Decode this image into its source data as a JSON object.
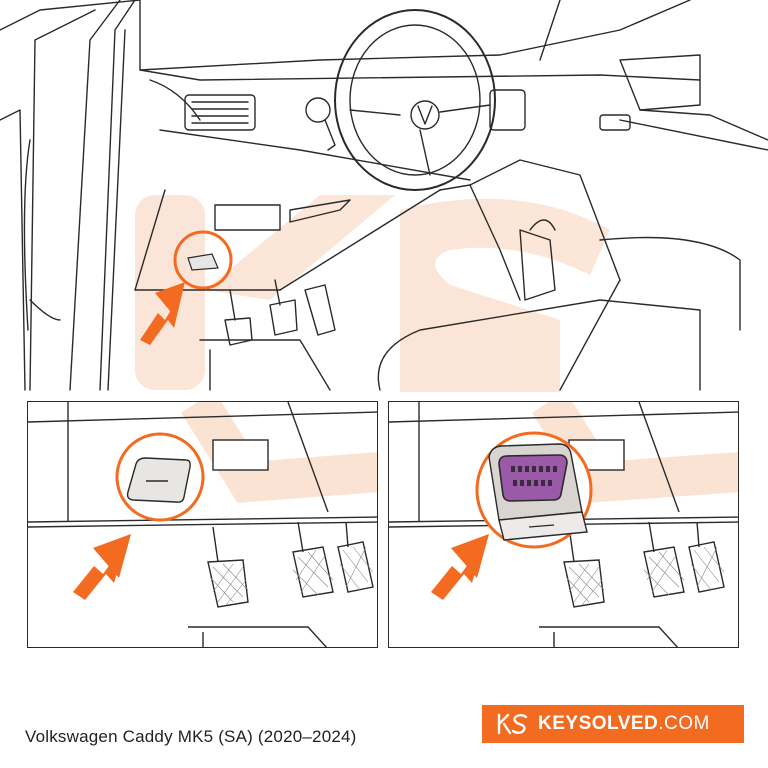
{
  "caption": {
    "vehicle": "Volkswagen Caddy MK5 (SA) (2020–2024)"
  },
  "brand": {
    "name": "KEYSOLVED",
    "tld": ".COM",
    "logo_text": "KS",
    "color": "#f26b21"
  },
  "colors": {
    "accent": "#f26b21",
    "watermark": "#f8d8c4",
    "port": "#9a5aa8",
    "line": "#2a2a2a"
  },
  "icons": [
    "arrow-pointer-icon",
    "obd-port-icon",
    "steering-wheel-icon",
    "ks-logo-icon"
  ]
}
